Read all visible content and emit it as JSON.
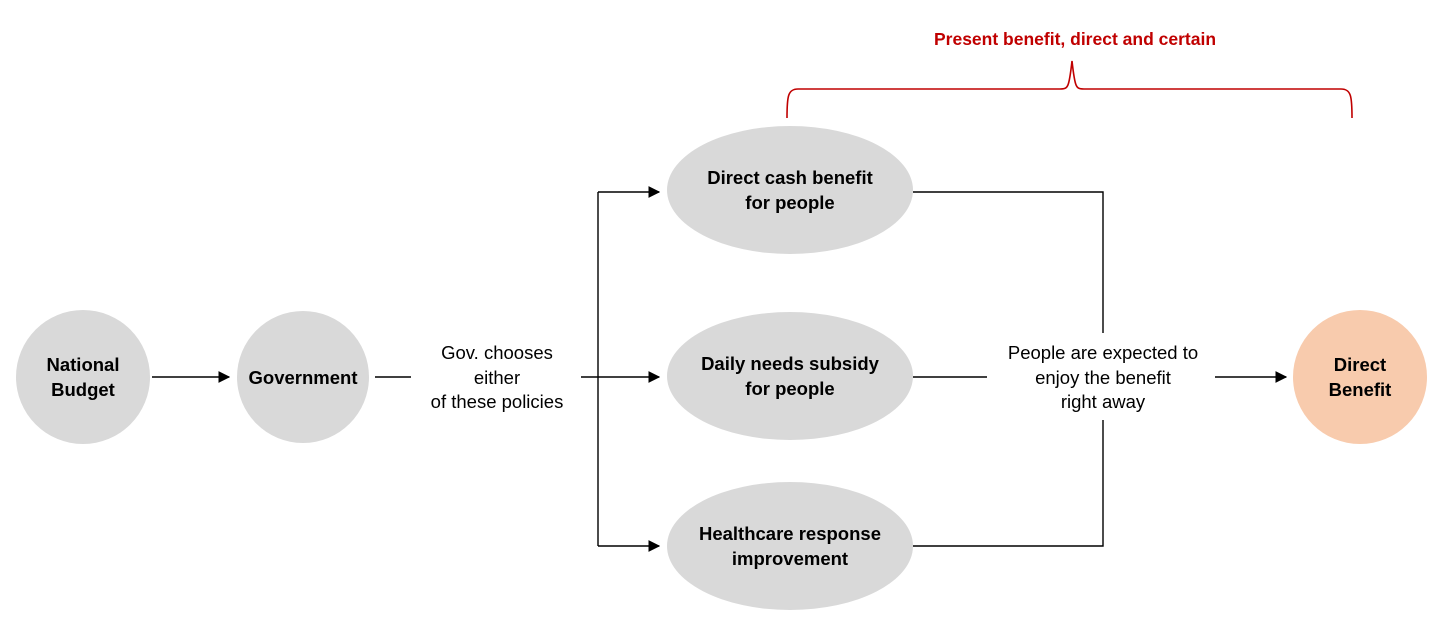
{
  "diagram": {
    "title": "Policy choice flow diagram",
    "colors": {
      "node_fill": "#D9D9D9",
      "highlight_fill": "#F8CBAD",
      "annotation_red": "#C00000",
      "line_black": "#000000"
    },
    "annotation": {
      "label": "Present benefit, direct and certain"
    },
    "nodes": {
      "national_budget": "National\nBudget",
      "government": "Government",
      "direct_cash": "Direct cash benefit\nfor people",
      "daily_needs": "Daily needs subsidy\nfor people",
      "healthcare": "Healthcare response\nimprovement",
      "direct_benefit": "Direct\nBenefit"
    },
    "edge_labels": {
      "gov_chooses": "Gov. chooses\neither\nof these policies",
      "people_expected": "People are expected to\nenjoy the benefit\nright away"
    }
  }
}
